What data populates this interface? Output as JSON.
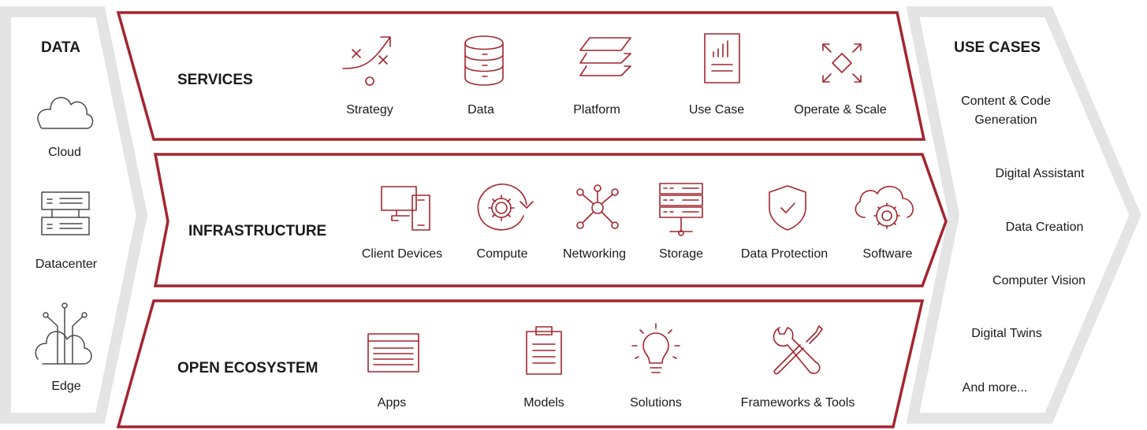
{
  "colors": {
    "accent": "#a4252f",
    "chevron_gray": "#e4e4e4",
    "text": "#1a1a1a"
  },
  "data_column": {
    "title": "DATA",
    "items": [
      {
        "label": "Cloud",
        "icon": "cloud-icon"
      },
      {
        "label": "Datacenter",
        "icon": "server-rack-icon"
      },
      {
        "label": "Edge",
        "icon": "edge-cloud-icon"
      }
    ]
  },
  "services": {
    "title": "SERVICES",
    "items": [
      {
        "label": "Strategy",
        "icon": "strategy-icon"
      },
      {
        "label": "Data",
        "icon": "database-icon"
      },
      {
        "label": "Platform",
        "icon": "layers-icon"
      },
      {
        "label": "Use Case",
        "icon": "document-chart-icon"
      },
      {
        "label": "Operate & Scale",
        "icon": "expand-arrows-icon"
      }
    ]
  },
  "infrastructure": {
    "title": "INFRASTRUCTURE",
    "items": [
      {
        "label": "Client Devices",
        "icon": "devices-icon"
      },
      {
        "label": "Compute",
        "icon": "gear-cycle-icon"
      },
      {
        "label": "Networking",
        "icon": "network-icon"
      },
      {
        "label": "Storage",
        "icon": "storage-icon"
      },
      {
        "label": "Data Protection",
        "icon": "shield-check-icon"
      },
      {
        "label": "Software",
        "icon": "cloud-gear-icon"
      }
    ]
  },
  "open_ecosystem": {
    "title": "OPEN ECOSYSTEM",
    "items": [
      {
        "label": "Apps",
        "icon": "app-window-icon"
      },
      {
        "label": "Models",
        "icon": "clipboard-icon"
      },
      {
        "label": "Solutions",
        "icon": "lightbulb-icon"
      },
      {
        "label": "Frameworks & Tools",
        "icon": "tools-icon"
      }
    ]
  },
  "use_cases": {
    "title": "USE CASES",
    "items": [
      {
        "label_line1": "Content & Code",
        "label_line2": "Generation"
      },
      {
        "label": "Digital Assistant"
      },
      {
        "label": "Data Creation"
      },
      {
        "label": "Computer Vision"
      },
      {
        "label": "Digital Twins"
      },
      {
        "label": "And more..."
      }
    ]
  }
}
